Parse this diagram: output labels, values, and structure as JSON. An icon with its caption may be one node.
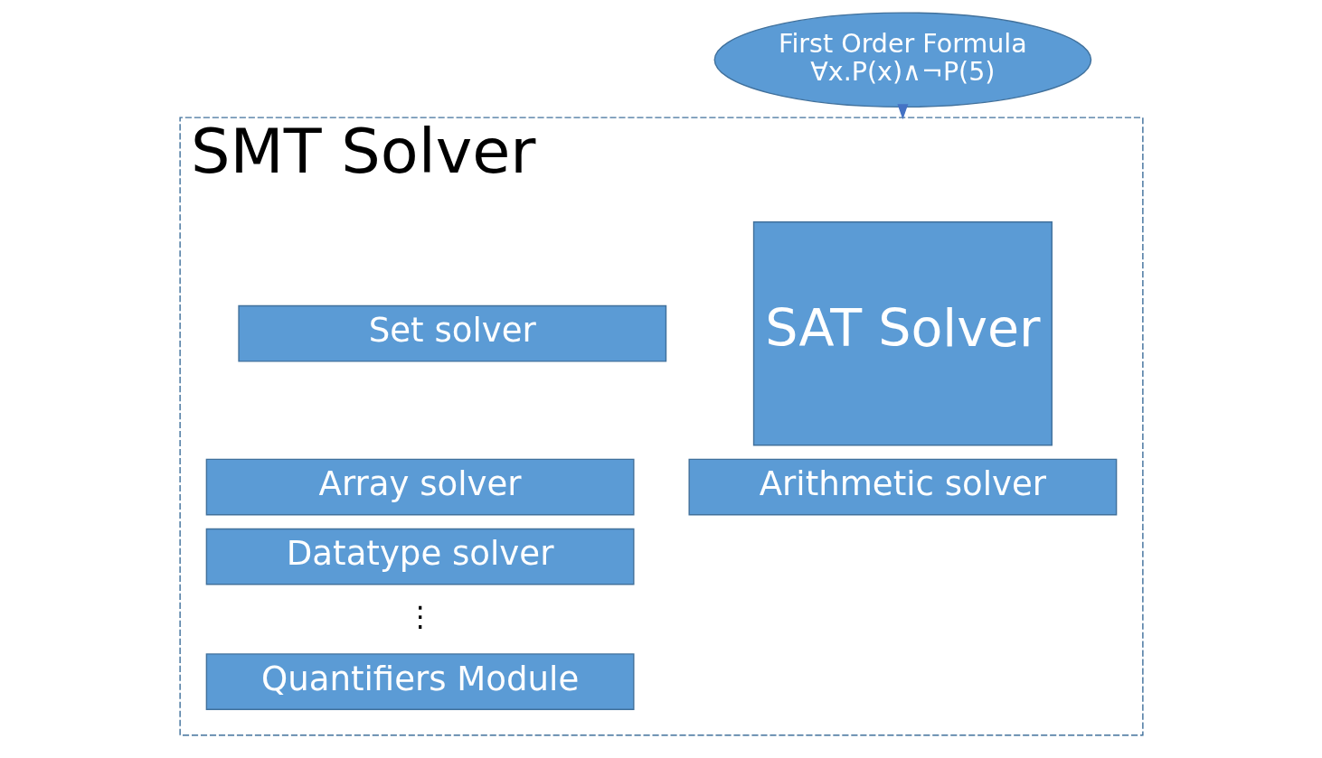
{
  "diagram": {
    "nodes": [
      {
        "text": [
          "First Order Formula",
          "∀x.P(x)∧¬P(5)"
        ]
      },
      {
        "text": [
          "SMT Solver"
        ]
      },
      {
        "text": [
          "SAT Solver"
        ],
        "in": 1
      },
      {
        "text": [
          "Arithmetic solver"
        ],
        "in": 1
      },
      {
        "text": [
          "Set solver"
        ],
        "in": 1
      },
      {
        "text": [
          "Array solver"
        ],
        "in": 1
      },
      {
        "text": [
          "Datatype solver"
        ],
        "in": 1
      },
      {
        "text": [
          "Quantifiers Module"
        ],
        "in": 1
      }
    ],
    "edges": [
      {
        "from": 0,
        "to": 1,
        "arrow": "to"
      }
    ],
    "labels": [
      "⋮"
    ]
  }
}
